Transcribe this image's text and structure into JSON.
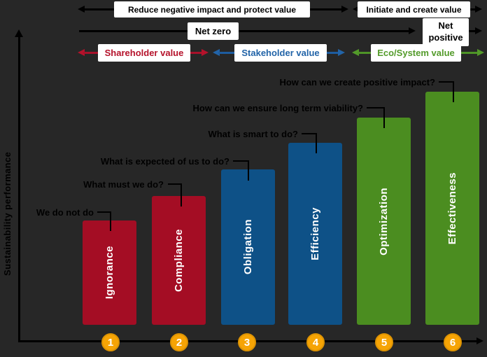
{
  "colors": {
    "background": "#272727",
    "axis": "#000000",
    "bar_red": "#a40d24",
    "bar_blue": "#0e5187",
    "bar_green": "#4b8d20",
    "text_red": "#b5122b",
    "text_blue": "#2264a8",
    "text_green": "#539b2a",
    "badge_orange": "#f6a405",
    "label_box_bg": "#ffffff",
    "bar_label_text": "#ffffff",
    "annotation_text": "#000000"
  },
  "header": {
    "top_arrows": [
      {
        "label": "Reduce negative impact and protect value"
      },
      {
        "label": "Initiate and create value"
      }
    ],
    "net_row": {
      "net_zero": "Net zero",
      "net_positive": "Net positive"
    },
    "value_rows": [
      {
        "label": "Shareholder value",
        "color": "#b5122b"
      },
      {
        "label": "Stakeholder value",
        "color": "#2264a8"
      },
      {
        "label": "Eco/System value",
        "color": "#539b2a"
      }
    ]
  },
  "y_axis_label": "Sustainability performance",
  "stages": [
    {
      "number": "1",
      "label": "Ignorance",
      "annotation": "We do not do",
      "color": "#a40d24",
      "group": "Shareholder value"
    },
    {
      "number": "2",
      "label": "Compliance",
      "annotation": "What must we do?",
      "color": "#a40d24",
      "group": "Shareholder value"
    },
    {
      "number": "3",
      "label": "Obligation",
      "annotation": "What is expected of us to do?",
      "color": "#0e5187",
      "group": "Stakeholder value"
    },
    {
      "number": "4",
      "label": "Efficiency",
      "annotation": "What is smart to do?",
      "color": "#0e5187",
      "group": "Stakeholder value"
    },
    {
      "number": "5",
      "label": "Optimization",
      "annotation": "How can we ensure long term viability?",
      "color": "#4b8d20",
      "group": "Eco/System value"
    },
    {
      "number": "6",
      "label": "Effectiveness",
      "annotation": "How can we create positive impact?",
      "color": "#4b8d20",
      "group": "Eco/System value"
    }
  ],
  "chart_data": {
    "type": "bar",
    "title": "",
    "categories": [
      "Ignorance",
      "Compliance",
      "Obligation",
      "Efficiency",
      "Optimization",
      "Effectiveness"
    ],
    "values": [
      1,
      2,
      3,
      4,
      5,
      6
    ],
    "xlabel": "",
    "ylabel": "Sustainability performance",
    "legend": null,
    "grid": false,
    "note": "Conceptual maturity staircase; bar heights increase linearly from stage 1 to stage 6"
  }
}
